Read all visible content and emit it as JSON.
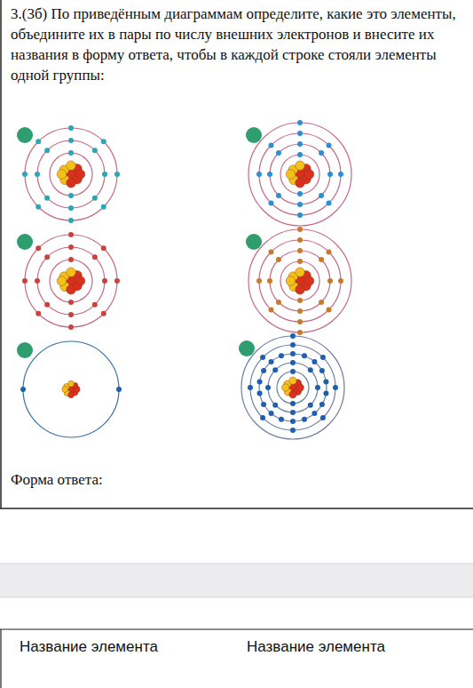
{
  "diagram": {
    "title": "3.(3б) По приведённым диаграммам определите, какие это элементы, объедините их в пары по числу внешних электронов и внесите их названия в форму ответа, чтобы в каждой строке стояли элементы одной группы:",
    "labels": [
      "Форма ответа:",
      "Название элемента",
      "Название элемента"
    ]
  }
}
